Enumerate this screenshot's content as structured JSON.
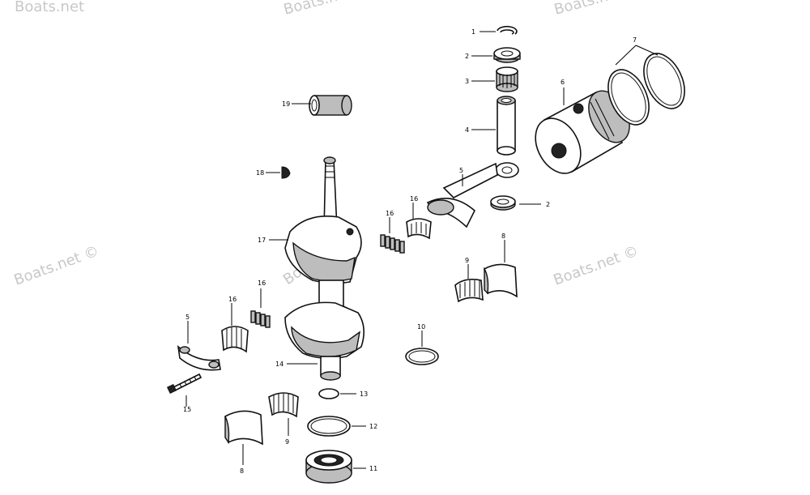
{
  "watermarks": [
    "Boats.net",
    "Boats.net ©",
    "Boats.net ©",
    "Boats.net ©",
    "Boats.net",
    "Boats.net"
  ],
  "callouts": {
    "c1": "1",
    "c2a": "2",
    "c3": "3",
    "c4": "4",
    "c5a": "5",
    "c2b": "2",
    "c6": "6",
    "c7": "7",
    "c8a": "8",
    "c9a": "9",
    "c10": "10",
    "c16a": "16",
    "c16b": "16",
    "c17": "17",
    "c18": "18",
    "c19": "19",
    "c16c": "16",
    "c16d": "16",
    "c5b": "5",
    "c15": "15",
    "c14": "14",
    "c13": "13",
    "c12": "12",
    "c11": "11",
    "c9b": "9",
    "c8b": "8"
  }
}
